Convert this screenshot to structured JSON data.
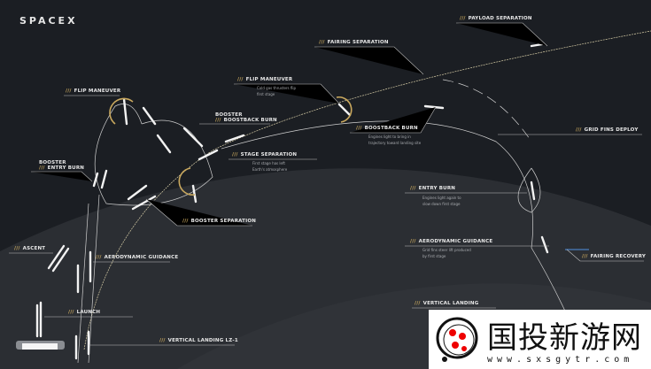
{
  "brand": "SPACEX",
  "colors": {
    "space": "#1b1e23",
    "earth": "#2d3035",
    "accent": "#c9a85e",
    "line": "#d8d8d8",
    "fairing": "#4a7fc0"
  },
  "slash": "///",
  "labels": {
    "payload_separation": "PAYLOAD SEPARATION",
    "fairing_separation": "FAIRING SEPARATION",
    "flip_maneuver_upper": "FLIP MANEUVER",
    "flip_maneuver_upper_sub1": "Cold gas thrusters flip",
    "flip_maneuver_upper_sub2": "first stage",
    "booster_boostback_1": "BOOSTER",
    "booster_boostback_2": "BOOSTBACK BURN",
    "stage_separation": "STAGE SEPARATION",
    "stage_separation_sub1": "First stage has left",
    "stage_separation_sub2": "Earth's atmosphere",
    "boostback_burn": "BOOSTBACK BURN",
    "boostback_burn_sub1": "Engines light to bring in",
    "boostback_burn_sub2": "trajectory toward landing site",
    "grid_fins_deploy": "GRID FINS DEPLOY",
    "flip_maneuver_left": "FLIP MANEUVER",
    "booster_entry_1": "BOOSTER",
    "booster_entry_2": "ENTRY BURN",
    "booster_separation": "BOOSTER SEPARATION",
    "entry_burn": "ENTRY BURN",
    "entry_burn_sub1": "Engines light again to",
    "entry_burn_sub2": "slow down first stage",
    "aero_guidance_right": "AERODYNAMIC GUIDANCE",
    "aero_guidance_right_sub1": "Grid fins steer lift produced",
    "aero_guidance_right_sub2": "by first stage",
    "fairing_recovery": "FAIRING RECOVERY",
    "ascent": "ASCENT",
    "aero_guidance_left": "AERODYNAMIC GUIDANCE",
    "launch": "LAUNCH",
    "vertical_landing_lz1": "VERTICAL LANDING  LZ-1",
    "vertical_landing_right": "VERTICAL LANDING"
  },
  "watermark": {
    "name": "国投新游网",
    "url": "www.sxsgytr.com"
  }
}
